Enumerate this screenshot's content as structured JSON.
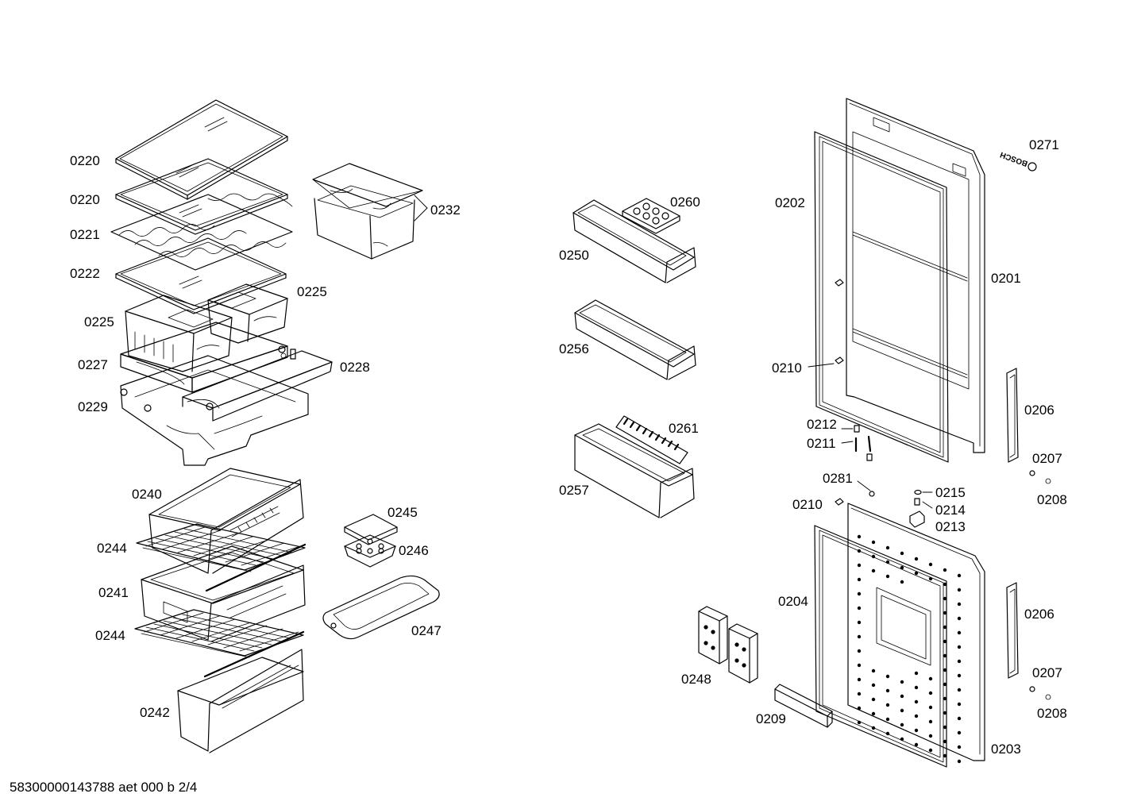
{
  "labels": {
    "p0220a": "0220",
    "p0220b": "0220",
    "p0221": "0221",
    "p0222": "0222",
    "p0225a": "0225",
    "p0225b": "0225",
    "p0227": "0227",
    "p0228": "0228",
    "p0229": "0229",
    "p0232": "0232",
    "p0240": "0240",
    "p0244a": "0244",
    "p0241": "0241",
    "p0244b": "0244",
    "p0242": "0242",
    "p0245": "0245",
    "p0246": "0246",
    "p0247": "0247",
    "p0260": "0260",
    "p0250": "0250",
    "p0256": "0256",
    "p0261": "0261",
    "p0257": "0257",
    "p0202": "0202",
    "p0271": "0271",
    "p0201": "0201",
    "p0210a": "0210",
    "p0206a": "0206",
    "p0212": "0212",
    "p0211": "0211",
    "p0207a": "0207",
    "p0281": "0281",
    "p0208a": "0208",
    "p0215": "0215",
    "p0210b": "0210",
    "p0214": "0214",
    "p0213": "0213",
    "p0204": "0204",
    "p0206b": "0206",
    "p0248": "0248",
    "p0207b": "0207",
    "p0208b": "0208",
    "p0209": "0209",
    "p0203": "0203"
  },
  "logo_text": "BOSCH",
  "footer": "58300000143788 aet 000 b 2/4"
}
